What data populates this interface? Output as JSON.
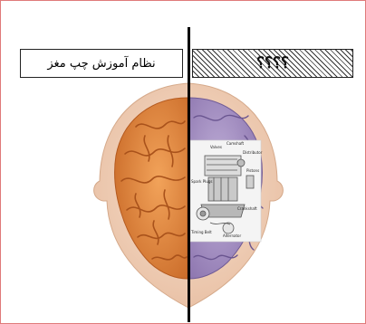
{
  "left_panel": {
    "label": "نظام آموزش چپ مغز"
  },
  "right_panel": {
    "label": "؟؟؟؟"
  },
  "engine_parts": [
    "Valves",
    "Camshaft",
    "Distributor",
    "Pistons",
    "Spark Plugs",
    "Crankshaft",
    "Timing Belt",
    "Alternator"
  ],
  "colors": {
    "brain_left": "#e8914a",
    "brain_right": "#a58fc2",
    "skin": "#f2d2bc",
    "frame": "#e07a7a"
  }
}
